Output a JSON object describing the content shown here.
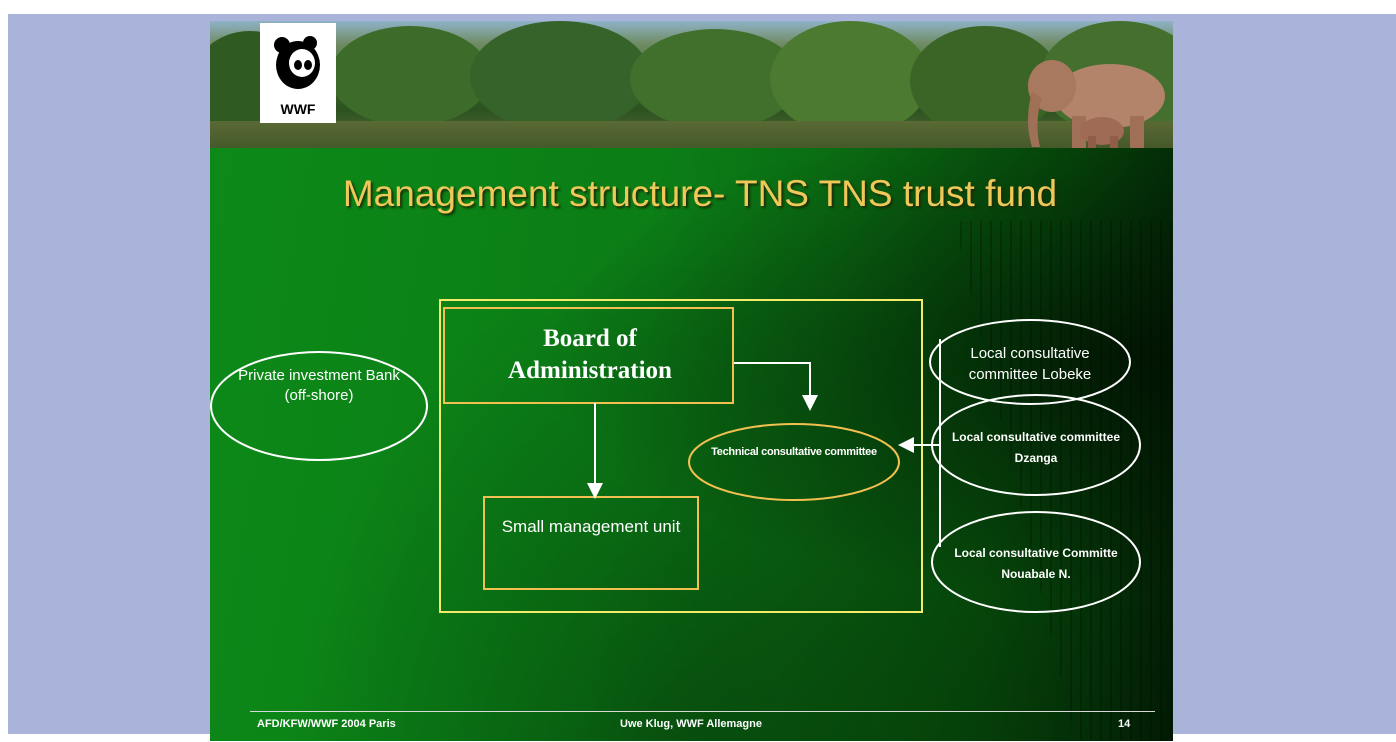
{
  "slide": {
    "title": "Management structure- TNS TNS trust fund",
    "logo_text": "WWF",
    "nodes": {
      "board": "Board of Administration",
      "small_unit": "Small management unit",
      "technical": "Technical consultative committee",
      "private_bank": "Private investment Bank (off-shore)",
      "local_lobeke": "Local consultative committee Lobeke",
      "local_dzanga": "Local consultative committee Dzanga",
      "local_nouabale": "Local consultative Committe Nouabale N."
    },
    "footer": {
      "left": "AFD/KFW/WWF 2004 Paris",
      "center": "Uwe Klug, WWF Allemagne",
      "page_number": "14"
    }
  }
}
